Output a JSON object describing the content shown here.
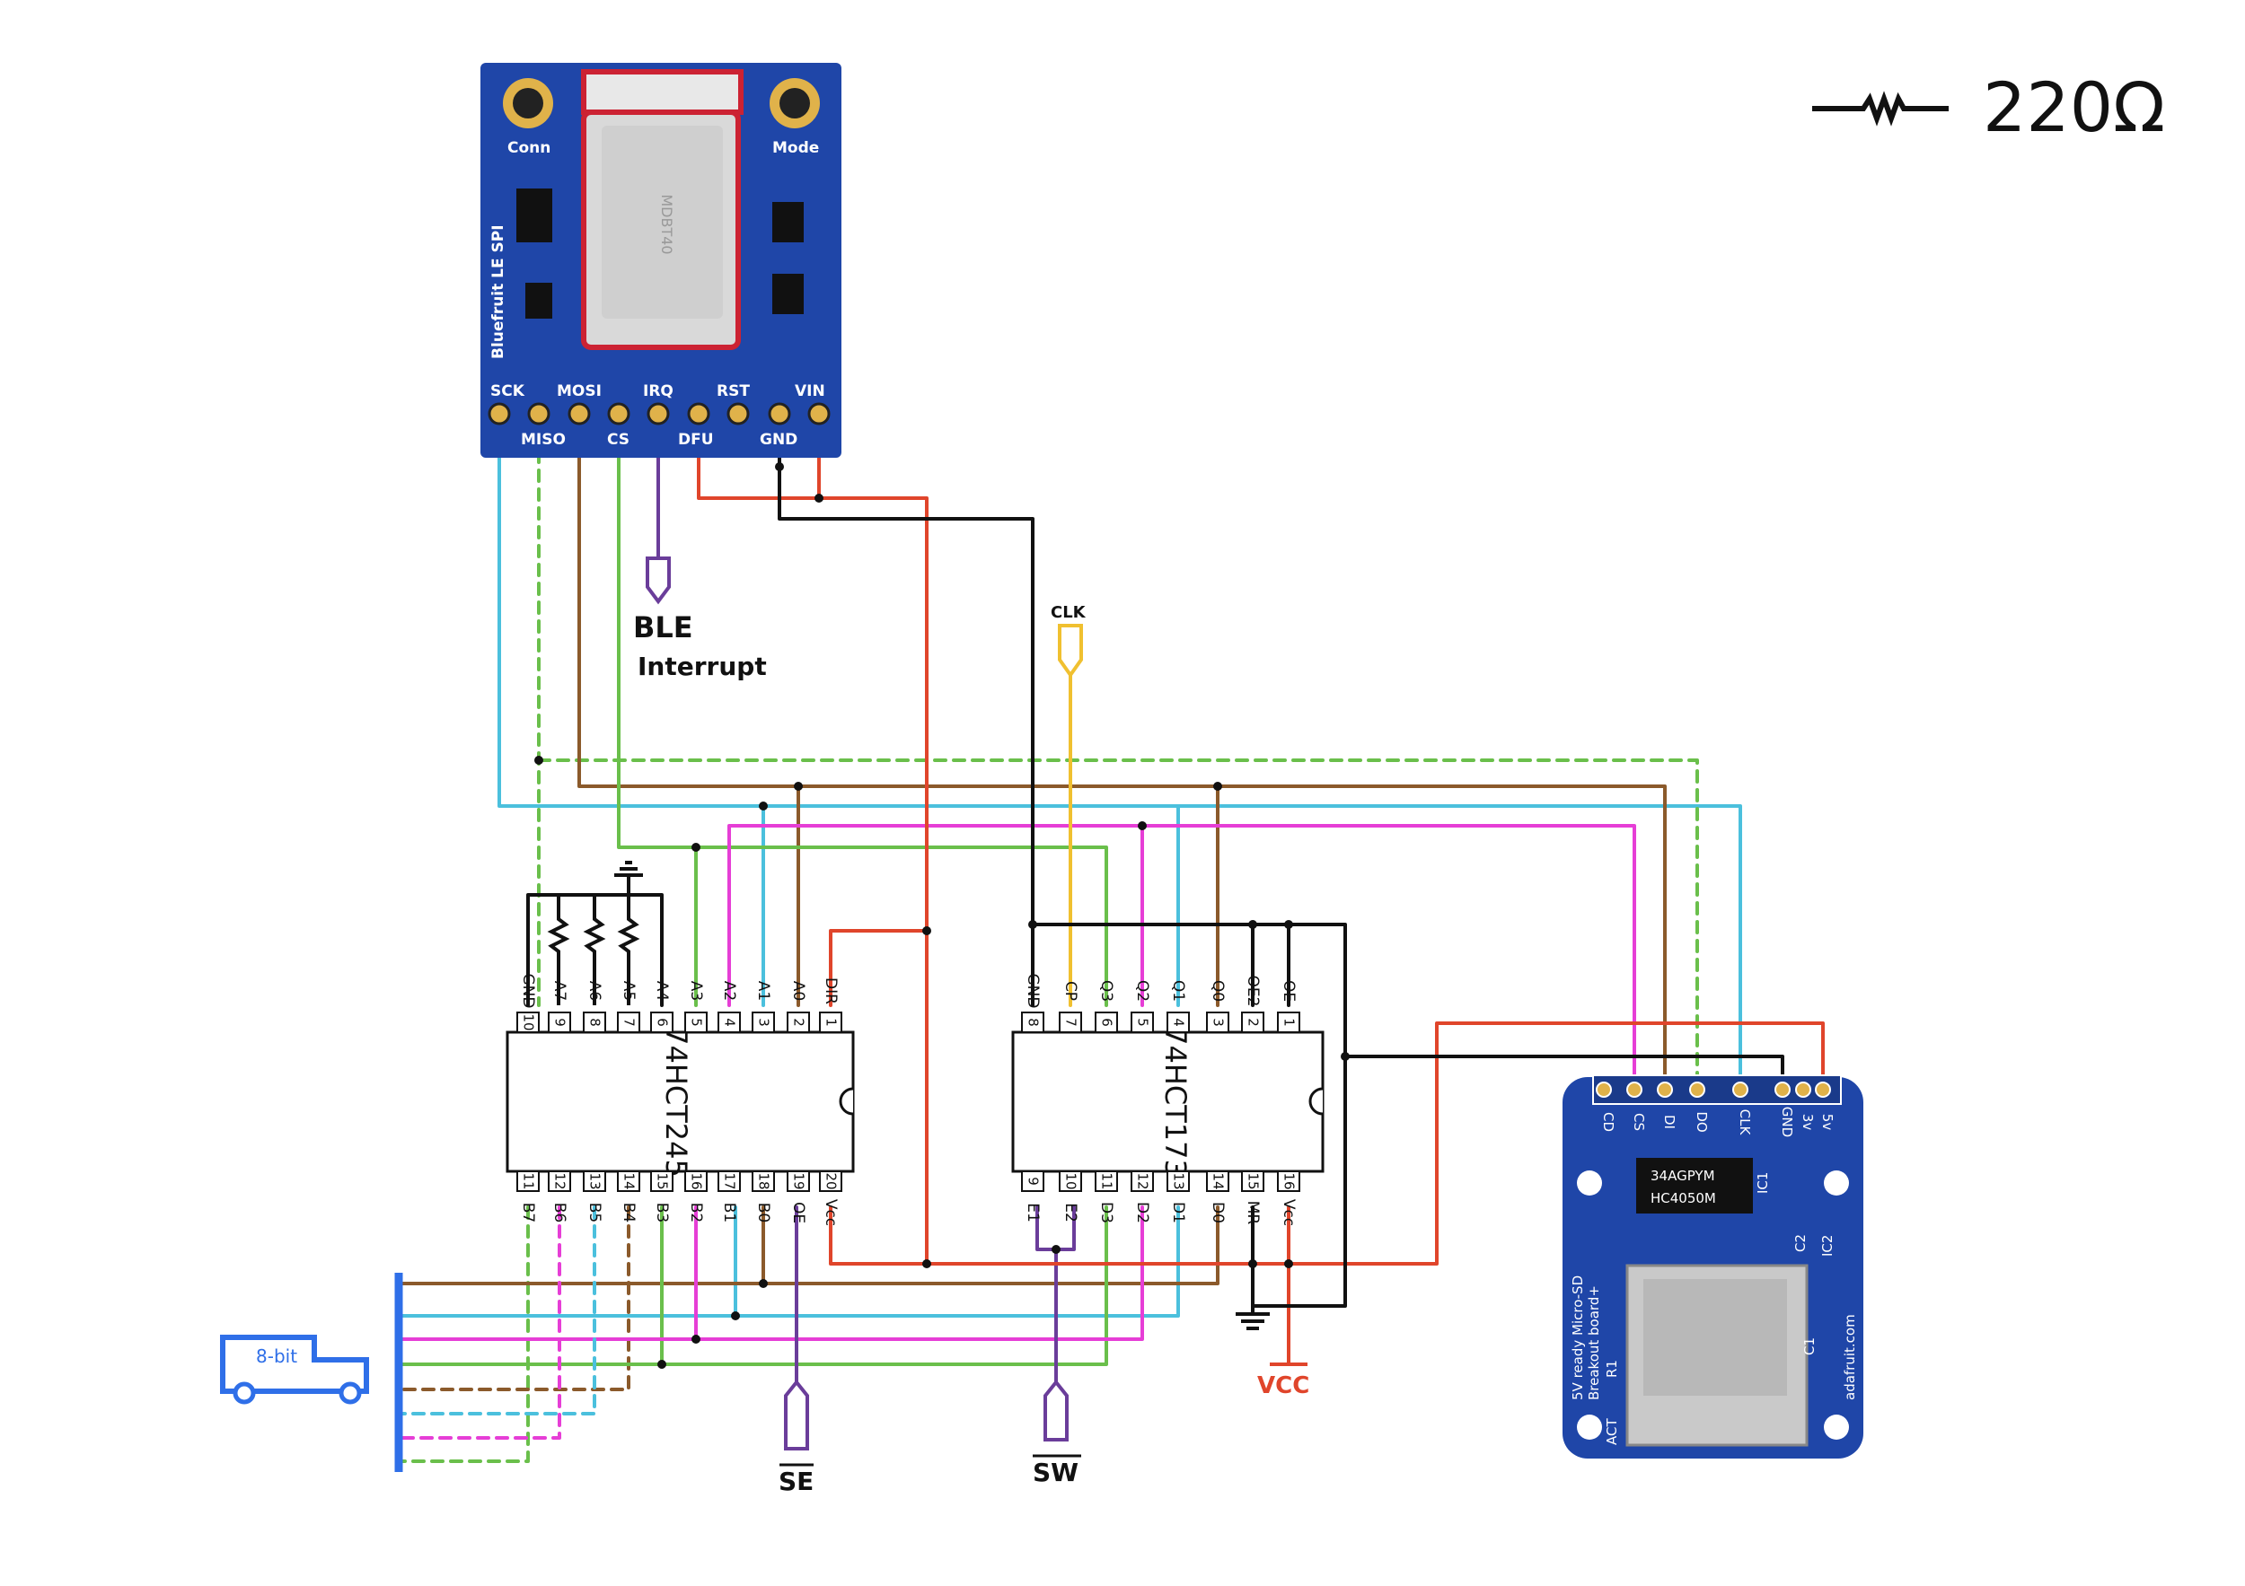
{
  "legend": {
    "resistor_value": "220Ω"
  },
  "ble_module": {
    "side_text": "Bluefruit LE SPI",
    "top_left_label": "Conn",
    "top_right_label": "Mode",
    "top_pin_labels": [
      "SCK",
      "MOSI",
      "IRQ",
      "RST",
      "VIN"
    ],
    "bottom_pin_labels": [
      "MISO",
      "CS",
      "DFU",
      "GND"
    ],
    "shield_text": "MDBT40"
  },
  "labels": {
    "ble_interrupt_line1": "BLE",
    "ble_interrupt_line2": "Interrupt",
    "clk": "CLK",
    "se": "SE",
    "sw": "SW",
    "vcc_supply": "VCC",
    "bus": "8-bit"
  },
  "chip_245": {
    "name": "74HCT245",
    "top_pins": [
      {
        "num": "10",
        "label": "GND"
      },
      {
        "num": "9",
        "label": "A7"
      },
      {
        "num": "8",
        "label": "A6"
      },
      {
        "num": "7",
        "label": "A5"
      },
      {
        "num": "6",
        "label": "A4"
      },
      {
        "num": "5",
        "label": "A3"
      },
      {
        "num": "4",
        "label": "A2"
      },
      {
        "num": "3",
        "label": "A1"
      },
      {
        "num": "2",
        "label": "A0"
      },
      {
        "num": "1",
        "label": "DIR"
      }
    ],
    "bottom_pins": [
      {
        "num": "11",
        "label": "B7"
      },
      {
        "num": "12",
        "label": "B6"
      },
      {
        "num": "13",
        "label": "B5"
      },
      {
        "num": "14",
        "label": "B4"
      },
      {
        "num": "15",
        "label": "B3"
      },
      {
        "num": "16",
        "label": "B2"
      },
      {
        "num": "17",
        "label": "B1"
      },
      {
        "num": "18",
        "label": "B0"
      },
      {
        "num": "19",
        "label": "OE"
      },
      {
        "num": "20",
        "label": "Vcc"
      }
    ]
  },
  "chip_173": {
    "name": "74HCT173",
    "top_pins": [
      {
        "num": "8",
        "label": "GND"
      },
      {
        "num": "7",
        "label": "CP"
      },
      {
        "num": "6",
        "label": "Q3"
      },
      {
        "num": "5",
        "label": "Q2"
      },
      {
        "num": "4",
        "label": "Q1"
      },
      {
        "num": "3",
        "label": "Q0"
      },
      {
        "num": "2",
        "label": "OE2"
      },
      {
        "num": "1",
        "label": "OE"
      }
    ],
    "bottom_pins": [
      {
        "num": "9",
        "label": "E1"
      },
      {
        "num": "10",
        "label": "E2"
      },
      {
        "num": "11",
        "label": "D3"
      },
      {
        "num": "12",
        "label": "D2"
      },
      {
        "num": "13",
        "label": "D1"
      },
      {
        "num": "14",
        "label": "D0"
      },
      {
        "num": "15",
        "label": "MR"
      },
      {
        "num": "16",
        "label": "Vcc"
      }
    ]
  },
  "sd_module": {
    "pin_labels": [
      "CD",
      "CS",
      "DI",
      "DO",
      "CLK",
      "GND",
      "3v",
      "5v"
    ],
    "ic_line1": "34AGPYM",
    "ic_line2": "HC4050M",
    "ic1": "IC1",
    "c2": "C2",
    "ic2": "IC2",
    "c1": "C1",
    "r1": "R1",
    "act": "ACT",
    "side_line1": "5V ready Micro-SD",
    "side_line2": "Breakout board+",
    "url": "adafruit.com"
  },
  "colors": {
    "black": "#111111",
    "red": "#e0452b",
    "brown": "#8b5a2b",
    "green": "#6abf4b",
    "cyan": "#4bc0dd",
    "magenta": "#e63ed6",
    "purple": "#6a3d9a",
    "yellow": "#f0c030",
    "blue": "#2f6fe8",
    "board_blue": "#1f46a8"
  }
}
